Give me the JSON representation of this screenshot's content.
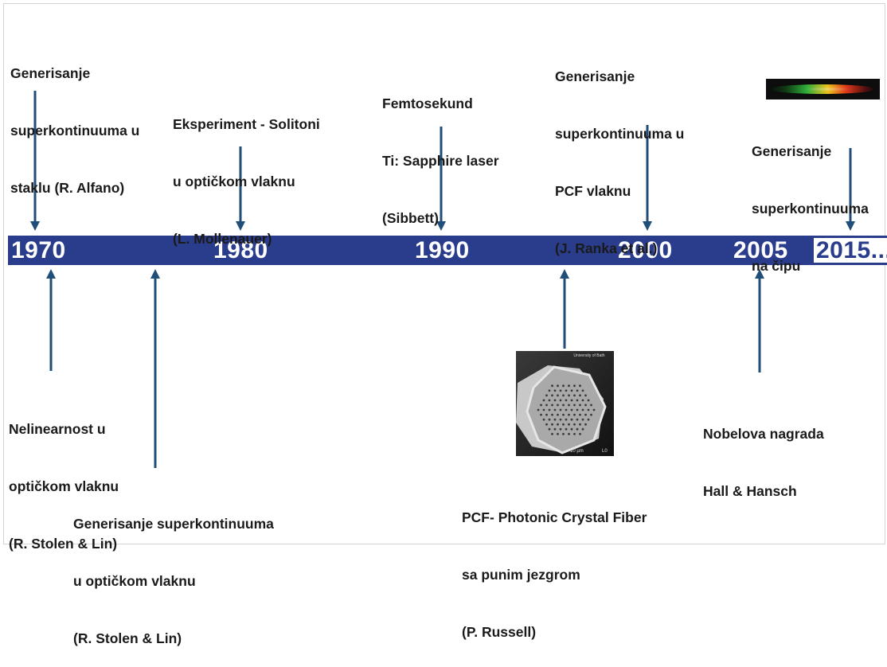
{
  "colors": {
    "timeline_bar": "#2a3c8c",
    "arrow": "#1f4e79",
    "text": "#1a1a1a",
    "year_text": "#ffffff"
  },
  "timeline": {
    "years": [
      "1970",
      "1980",
      "1990",
      "2000",
      "2005",
      "2015..."
    ]
  },
  "events_top": [
    {
      "lines": [
        "Generisanje",
        "superkontinuuma u",
        "staklu (R. Alfano)"
      ]
    },
    {
      "lines": [
        "Eksperiment - Solitoni",
        "u optičkom vlaknu",
        "(L. Mollenauer)"
      ]
    },
    {
      "lines": [
        "Femtosekund",
        "Ti: Sapphire laser",
        "(Sibbett)"
      ]
    },
    {
      "lines": [
        "Generisanje",
        "superkontinuuma u",
        "PCF vlaknu",
        "(J. Ranka et al.)"
      ]
    },
    {
      "lines": [
        "Generisanje",
        "superkontinuuma",
        "na čipu"
      ]
    }
  ],
  "events_bottom": [
    {
      "lines": [
        "Nelinearnost u",
        "optičkom vlaknu",
        "(R. Stolen & Lin)"
      ]
    },
    {
      "lines": [
        "Generisanje superkontinuuma",
        "u optičkom vlaknu",
        "(R. Stolen & Lin)"
      ]
    },
    {
      "lines": [
        "PCF- Photonic Crystal Fiber",
        "sa punim jezgrom",
        "(P. Russell)"
      ]
    },
    {
      "lines": [
        "Nobelova nagrada",
        "Hall & Hansch"
      ]
    }
  ],
  "images": {
    "fiber_caption": "University of Bath",
    "fiber_scale": "10 µm",
    "fiber_scale_right": "L0",
    "spectrum_icon": "supercontinuum-spectrum"
  }
}
